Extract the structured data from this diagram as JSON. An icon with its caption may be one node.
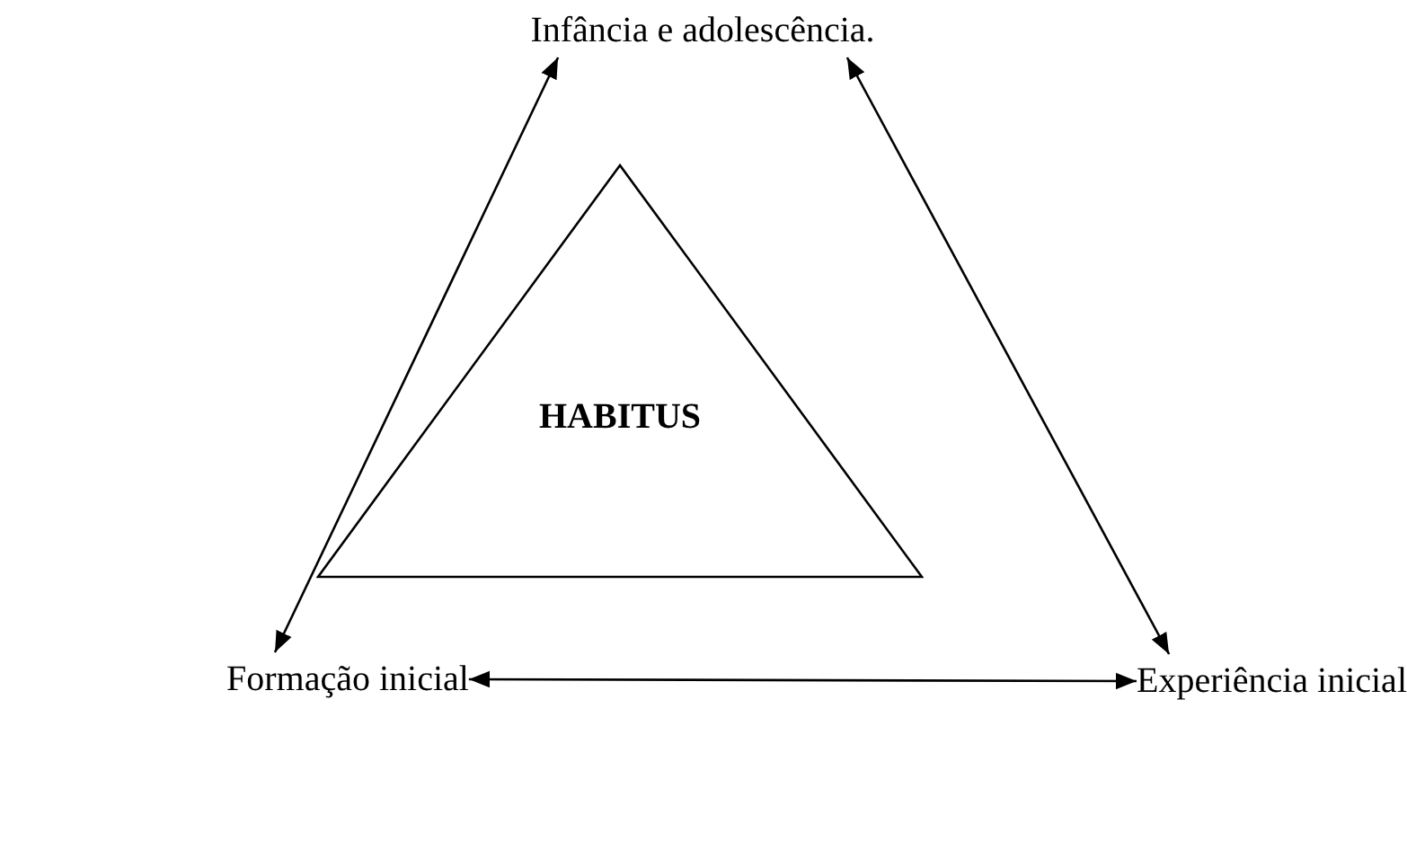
{
  "diagram": {
    "nodes": [
      {
        "text": [
          "Infância e adolescência."
        ]
      },
      {
        "text": [
          "HABITUS"
        ]
      },
      {
        "text": [
          "Formação inicial"
        ]
      },
      {
        "text": [
          "Experiência inicial"
        ]
      }
    ],
    "edges": [
      {
        "from": 0,
        "to": 2,
        "arrow": "both"
      },
      {
        "from": 0,
        "to": 3,
        "arrow": "both"
      },
      {
        "from": 2,
        "to": 3,
        "arrow": "both"
      }
    ]
  }
}
